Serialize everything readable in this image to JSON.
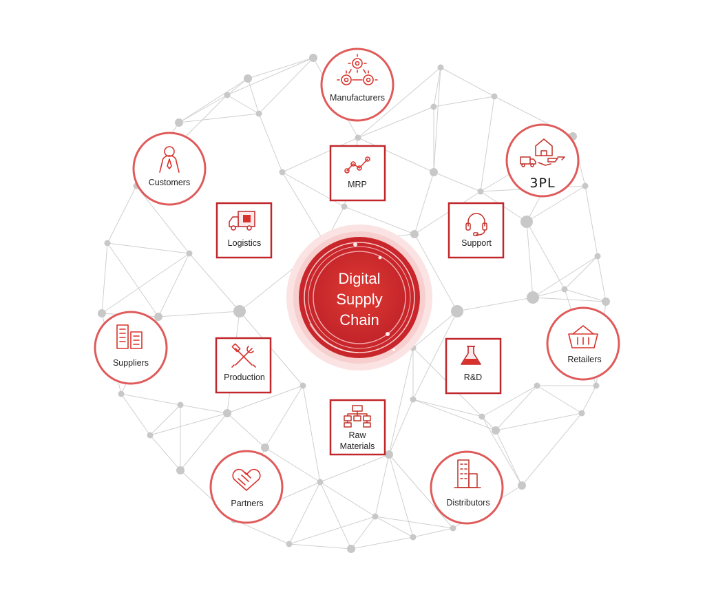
{
  "center": {
    "title_lines": [
      "Digital",
      "Supply",
      "Chain"
    ]
  },
  "outer_nodes": [
    {
      "key": "manufacturers",
      "label": "Manufacturers",
      "icon": "gears-icon"
    },
    {
      "key": "3pl",
      "label": "3PL",
      "icon": "warehouse-truck-icon"
    },
    {
      "key": "retailers",
      "label": "Retailers",
      "icon": "basket-icon"
    },
    {
      "key": "distributors",
      "label": "Distributors",
      "icon": "building-icon"
    },
    {
      "key": "partners",
      "label": "Partners",
      "icon": "handshake-icon"
    },
    {
      "key": "suppliers",
      "label": "Suppliers",
      "icon": "buildings-icon"
    },
    {
      "key": "customers",
      "label": "Customers",
      "icon": "person-icon"
    }
  ],
  "inner_nodes": [
    {
      "key": "mrp",
      "label_lines": [
        "MRP"
      ],
      "icon": "line-graph-icon"
    },
    {
      "key": "support",
      "label_lines": [
        "Support"
      ],
      "icon": "headset-icon"
    },
    {
      "key": "rd",
      "label_lines": [
        "R&D"
      ],
      "icon": "flask-icon"
    },
    {
      "key": "raw_materials",
      "label_lines": [
        "Raw",
        "Materials"
      ],
      "icon": "hierarchy-icon"
    },
    {
      "key": "production",
      "label_lines": [
        "Production"
      ],
      "icon": "tools-icon"
    },
    {
      "key": "logistics",
      "label_lines": [
        "Logistics"
      ],
      "icon": "truck-icon"
    }
  ],
  "colors": {
    "accent": "#d9322c",
    "accent_dark": "#c0262a",
    "network": "#cfcfcf"
  }
}
